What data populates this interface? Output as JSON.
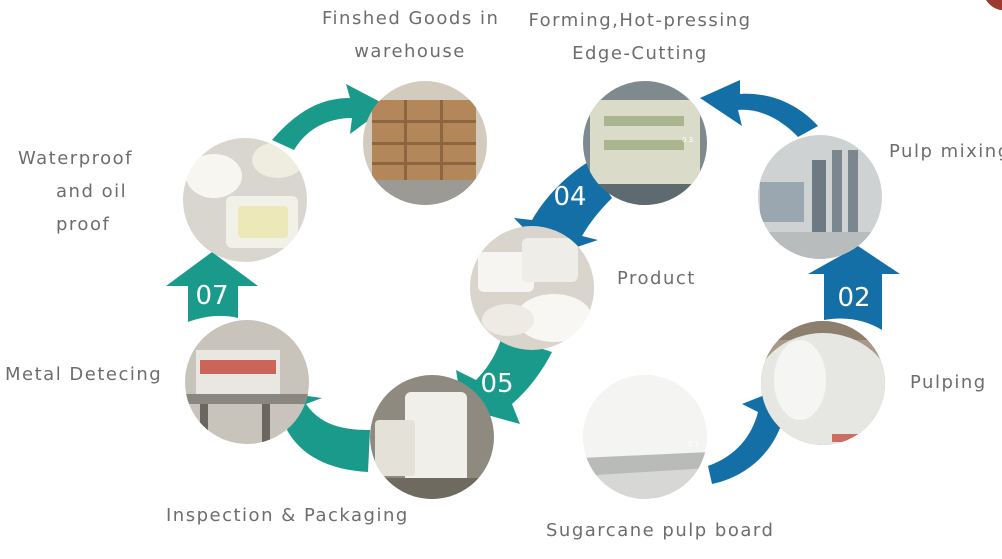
{
  "colors": {
    "teal": "#1a9a8a",
    "blue": "#136fa5",
    "label": "#6d6d6d",
    "number": "#ffffff"
  },
  "steps": [
    {
      "key": "sugarcane",
      "label": "Sugarcane pulp board",
      "tag": "0 1"
    },
    {
      "key": "pulping",
      "label": "Pulping"
    },
    {
      "key": "mixing",
      "label": "Pulp mixing",
      "number": "02"
    },
    {
      "key": "forming",
      "label_line1": "Forming,Hot-pressing",
      "label_line2": "Edge-Cutting",
      "tag": "0 3"
    },
    {
      "key": "product",
      "label": "Product",
      "number": "04"
    },
    {
      "key": "inspection",
      "label": "Inspection & Packaging",
      "number": "05"
    },
    {
      "key": "metal",
      "label": "Metal Detecing"
    },
    {
      "key": "waterproof",
      "label_line1": "Waterproof",
      "label_line2": "and oil",
      "label_line3": "proof",
      "number": "07"
    },
    {
      "key": "warehouse",
      "label_line1": "Finshed Goods in",
      "label_line2": "warehouse"
    }
  ]
}
